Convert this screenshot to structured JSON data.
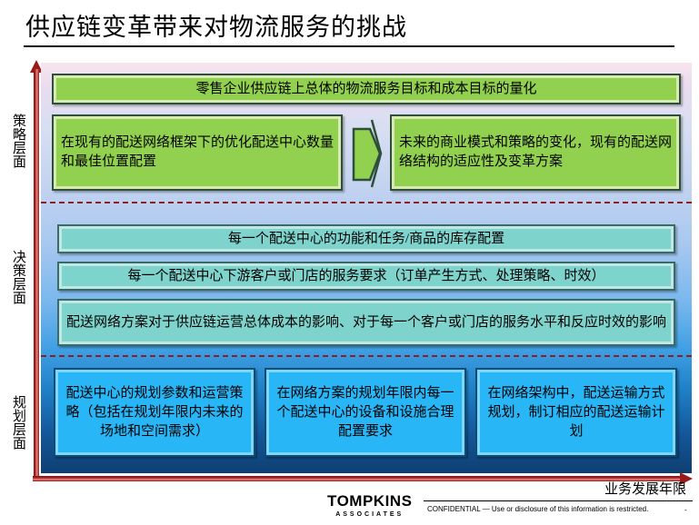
{
  "slide": {
    "title": "供应链变革带来对物流服务的挑战"
  },
  "axes": {
    "vertical_arrow": "upward-arrow",
    "horizontal_arrow": "rightward-arrow",
    "horizontal_caption": "业务发展年限",
    "layers": [
      {
        "id": "strategy",
        "label": "策略层面"
      },
      {
        "id": "decision",
        "label": "决策层面"
      },
      {
        "id": "planning",
        "label": "规划层面"
      }
    ]
  },
  "strategy_layer": {
    "color": "#92d14f",
    "header": "零售企业供应链上总体的物流服务目标和成本目标的量化",
    "left_box": "在现有的配送网络框架下的优化配送中心数量和最佳位置配置",
    "right_box": "未来的商业模式和策略的变化，现有的配送网络结构的适应性及变革方案",
    "chevron_icon": "right-chevron-icon"
  },
  "decision_layer": {
    "color": "#7fd3cd",
    "boxes": [
      "每一个配送中心的功能和任务/商品的库存配置",
      "每一个配送中心下游客户或门店的服务要求（订单产生方式、处理策略、时效）",
      "配送网络方案对于供应链运营总体成本的影响、对于每一个客户或门店的服务水平和反应时效的影响"
    ]
  },
  "planning_layer": {
    "color": "#29b6f6",
    "boxes": [
      "配送中心的规划参数和运营策略（包括在规划年限内未来的场地和空间需求）",
      "在网络方案的规划年限内每一个配送中心的设备和设施合理配置要求",
      "在网络架构中，配送运输方式规划，制订相应的配送运输计划"
    ]
  },
  "footer": {
    "logo_main": "TOMPKINS",
    "logo_sub": "ASSOCIATES",
    "confidential": "CONFIDENTIAL — Use or disclosure of this information is restricted.",
    "page_mark": "-"
  },
  "colors": {
    "arrow_red": "#9b1b1b",
    "divider_red": "#8e1f1f",
    "background_top": "#f7e4ee",
    "background_bottom": "#0e3f72"
  }
}
